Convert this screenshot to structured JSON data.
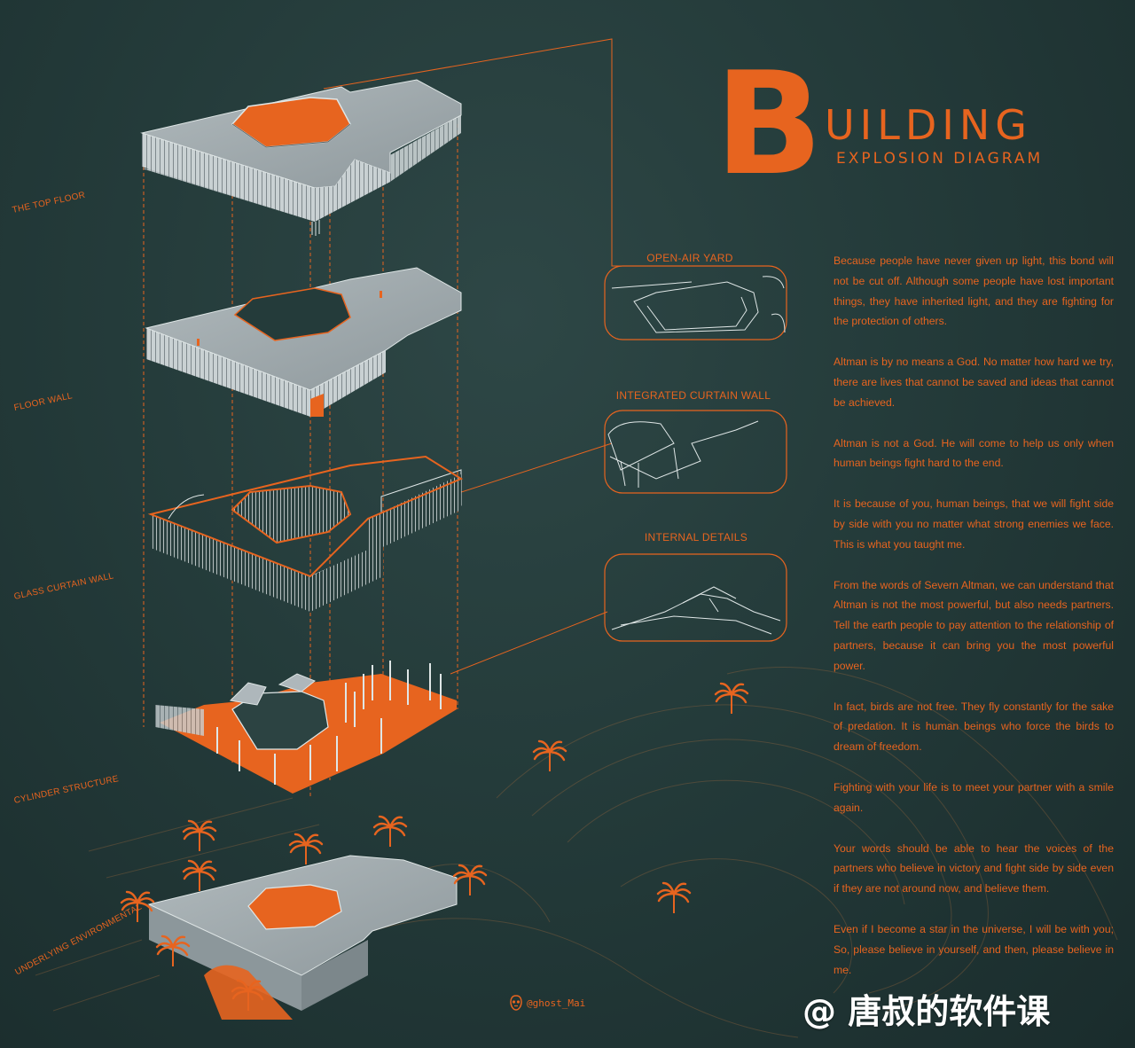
{
  "title": {
    "initial": "B",
    "rest": "UILDING",
    "subtitle": "EXPLOSION DIAGRAM"
  },
  "layer_labels": [
    "THE TOP FLOOR",
    "FLOOR WALL",
    "GLASS CURTAIN WALL",
    "CYLINDER STRUCTURE",
    "UNDERLYING ENVIRONMENTAL"
  ],
  "detail_titles": [
    "OPEN-AIR YARD",
    "INTEGRATED CURTAIN WALL",
    "INTERNAL DETAILS"
  ],
  "paragraphs": [
    "Because people have never given up light, this bond will not be cut off. Although some people have lost important things, they have inherited light, and they are fighting for the protection of others.",
    "Altman is by no means a God. No matter how hard we try, there are lives that cannot be saved and ideas that cannot be achieved.",
    "Altman is not a God. He will come to help us only when human beings fight hard to the end.",
    "It is because of you, human beings, that we will fight side by side with you no matter what strong enemies we face. This is what you taught me.",
    "From the words of Severn Altman, we can understand that Altman is not the most powerful, but also needs partners. Tell the earth people to pay attention to the relationship of partners, because it can bring you the most powerful power.",
    "In fact, birds are not free. They fly constantly for the sake of predation. It is human beings who force the birds to dream of freedom.",
    "Fighting with your life is to meet your partner with a smile again.",
    "Your words should be able to hear the voices of the partners who believe in victory and fight side by side even if they are not around now, and believe them.",
    "Even if I become a star in the universe, I will be with you; So, please believe in yourself, and then, please believe in me."
  ],
  "handle": "@ghost_Mai",
  "watermark": "@ 唐叔的软件课",
  "icons": [
    "mask-icon",
    "palm-tree-icon"
  ],
  "colors": {
    "accent": "#e7641f",
    "background": "#243b3a",
    "slab": "#9aa4a8",
    "line": "#dfe6e6"
  }
}
